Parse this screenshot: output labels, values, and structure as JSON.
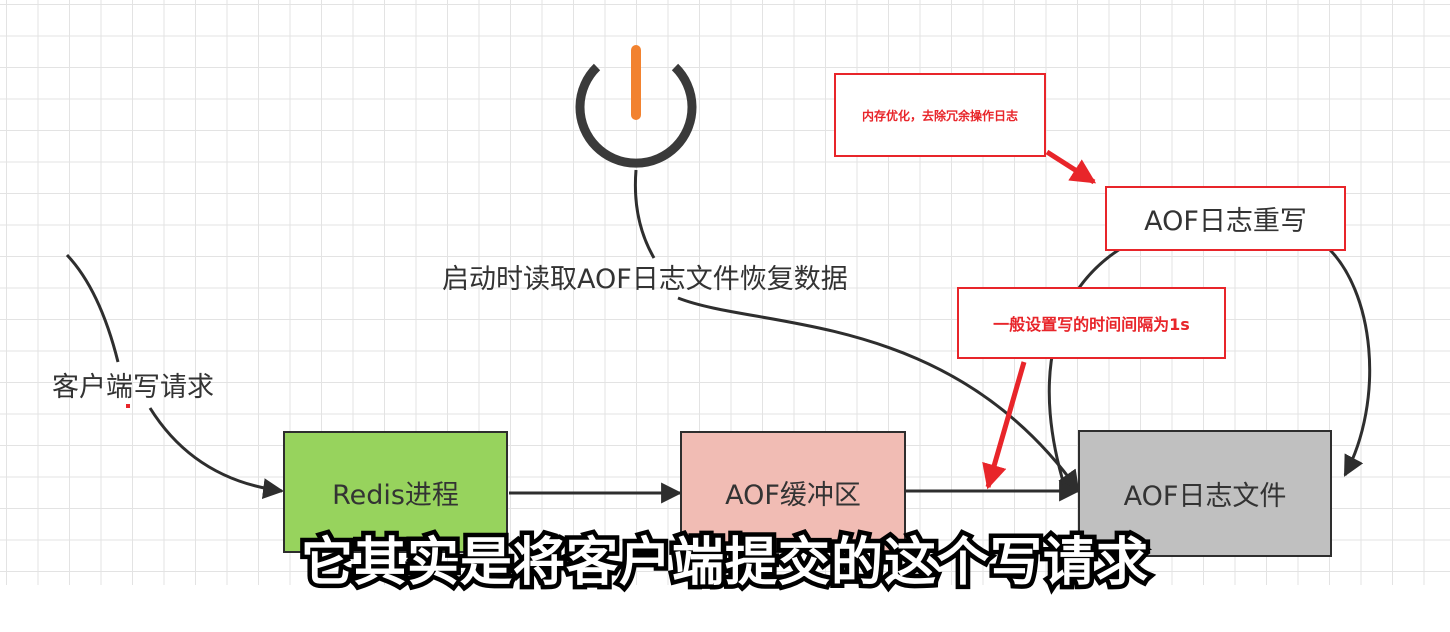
{
  "diagram": {
    "labels": {
      "startup": "启动时读取AOF日志文件恢复数据",
      "client_write": "客户端写请求"
    },
    "boxes": {
      "redis_process": "Redis进程",
      "aof_buffer": "AOF缓冲区",
      "aof_file": "AOF日志文件",
      "aof_rewrite": "AOF日志重写"
    },
    "notes": {
      "rewrite_note": "内存优化，去除冗余操作日志",
      "interval_note": "一般设置写的时间间隔为1s"
    },
    "colors": {
      "redis_box": "#97d35d",
      "buffer_box": "#f1bcb4",
      "file_box": "#c0c0c0",
      "power_ring": "#3a3a3a",
      "power_bar": "#f2822f",
      "annotation_red": "#e8252a"
    },
    "icons": [
      "power-icon"
    ]
  },
  "subtitle": "它其实是将客户端提交的这个写请求"
}
